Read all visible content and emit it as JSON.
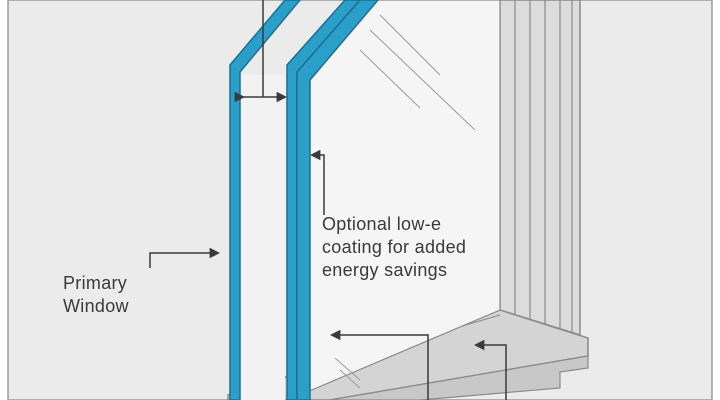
{
  "labels": {
    "primary_window": [
      "Primary",
      "Window"
    ],
    "coating": [
      "Optional low-e",
      "coating for added",
      "energy savings"
    ]
  },
  "colors": {
    "background": "#ebebeb",
    "frame_stroke": "#8a8a8a",
    "frame_fill": "#d9d9d9",
    "glass": "#f5f5f5",
    "pane_blue": "#2a9fc9",
    "pane_edge": "#1b6f8f",
    "arrow": "#3a3a3a",
    "text": "#3a3a3a"
  }
}
